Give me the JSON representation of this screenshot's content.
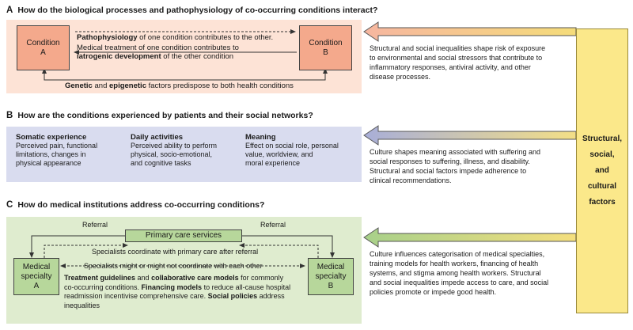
{
  "sectionA": {
    "letter": "A",
    "title": "How do the biological processes and pathophysiology of co-occurring conditions interact?",
    "condA_line1": "Condition",
    "condA_line2": "A",
    "condB_line1": "Condition",
    "condB_line2": "B",
    "patho_bold": "Pathophysiology",
    "patho_rest": " of one condition contributes to the other.",
    "medical_line1": "Medical treatment of one condition contributes to",
    "iatro_bold": "iatrogenic development",
    "iatro_rest": " of the other condition",
    "genetic_bold": "Genetic",
    "genetic_and": " and ",
    "epigenetic_bold": "epigenetic",
    "genetic_rest": " factors predispose to both health conditions"
  },
  "sectionB": {
    "letter": "B",
    "title": "How are the conditions experienced by patients and their social networks?",
    "col1_head": "Somatic experience",
    "col1_text": [
      "Perceived pain, functional",
      "limitations, changes in",
      "physical appearance"
    ],
    "col2_head": "Daily activities",
    "col2_text": [
      "Perceived ability to perform",
      "physical, socio-emotional,",
      "and cognitive tasks"
    ],
    "col3_head": "Meaning",
    "col3_text": [
      "Effect on social role, personal",
      "value, worldview, and",
      "moral experience"
    ]
  },
  "sectionC": {
    "letter": "C",
    "title": "How do medical institutions address co-occurring conditions?",
    "referral_left": "Referral",
    "referral_right": "Referral",
    "primary": "Primary care services",
    "coordinate": "Specialists coordinate with primary care after referral",
    "might": "Specialists might or might not coordinate with each other",
    "specA_line1": "Medical",
    "specA_line2": "specialty",
    "specA_line3": "A",
    "specB_line1": "Medical",
    "specB_line2": "specialty",
    "specB_line3": "B",
    "treat_bold1": "Treatment guidelines",
    "treat_and": " and ",
    "treat_bold2": "collaborative care models",
    "treat_rest": " for commonly",
    "treat_line2": "co-occurring conditions. ",
    "fin_bold": "Financing models",
    "fin_rest": " to reduce all-cause hospital",
    "line3": "readmission incentivise comprehensive care. ",
    "soc_bold": "Social policies",
    "soc_rest": " address",
    "line4": "inequalities"
  },
  "right": {
    "textA": [
      "Structural and social inequalities shape risk of exposure",
      "to environmental and social stressors that contribute to",
      "inflammatory responses, antiviral activity, and other",
      "disease processes."
    ],
    "textB": [
      "Culture shapes meaning associated with suffering and",
      "social responses to suffering, illness, and disability.",
      "Structural and social factors impede adherence to",
      "clinical recommendations."
    ],
    "textC": [
      "Culture influences categorisation of medical specialties,",
      "training models for health workers, financing of health",
      "systems, and stigma among health workers. Structural",
      "and social inequalities impede access to care, and social",
      "policies promote or impede good health."
    ],
    "factors": [
      "Structural,",
      "social,",
      "and",
      "cultural",
      "factors"
    ]
  },
  "colors": {
    "panelA": "#fde3d6",
    "condBox": "#f4a98c",
    "panelB": "#d9dcef",
    "panelC": "#dfeccf",
    "greenBox": "#b7d79b",
    "factors": "#fbe88a"
  }
}
